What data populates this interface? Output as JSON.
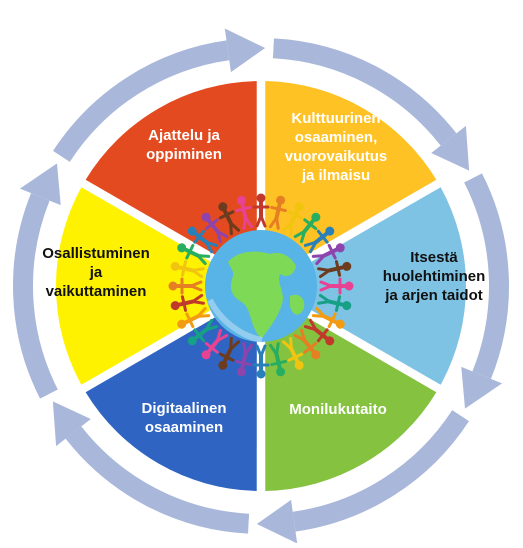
{
  "segments": [
    {
      "id": "thinking",
      "lines": [
        "Ajattelu ja",
        "oppiminen"
      ],
      "color": "#e34a1f",
      "text_color": "#ffffff"
    },
    {
      "id": "culture",
      "lines": [
        "Kulttuurinen",
        "osaaminen,",
        "vuorovaikutus",
        "ja ilmaisu"
      ],
      "color": "#ffc224",
      "text_color": "#ffffff"
    },
    {
      "id": "selfcare",
      "lines": [
        "Itsestä",
        "huolehtiminen",
        "ja arjen taidot"
      ],
      "color": "#7ec2e4",
      "text_color": "#111111"
    },
    {
      "id": "multiliteracy",
      "lines": [
        "Monilukutaito"
      ],
      "color": "#84c240",
      "text_color": "#ffffff"
    },
    {
      "id": "digital",
      "lines": [
        "Digitaalinen",
        "osaaminen"
      ],
      "color": "#2f64c2",
      "text_color": "#ffffff"
    },
    {
      "id": "participation",
      "lines": [
        "Osallistuminen",
        "ja",
        "vaikuttaminen"
      ],
      "color": "#fff200",
      "text_color": "#111111"
    }
  ],
  "colors": {
    "ring": "#a9b8da",
    "ocean": "#58b3e6",
    "land": "#7ed957",
    "figures": [
      "#c0392b",
      "#e67e22",
      "#f1c40f",
      "#27ae60",
      "#2980b9",
      "#8e44ad",
      "#6d3b1e",
      "#e84393",
      "#16a085",
      "#f39c12"
    ]
  },
  "icons": [
    "cycle-arrow-icon",
    "globe-icon",
    "people-ring-icon"
  ]
}
